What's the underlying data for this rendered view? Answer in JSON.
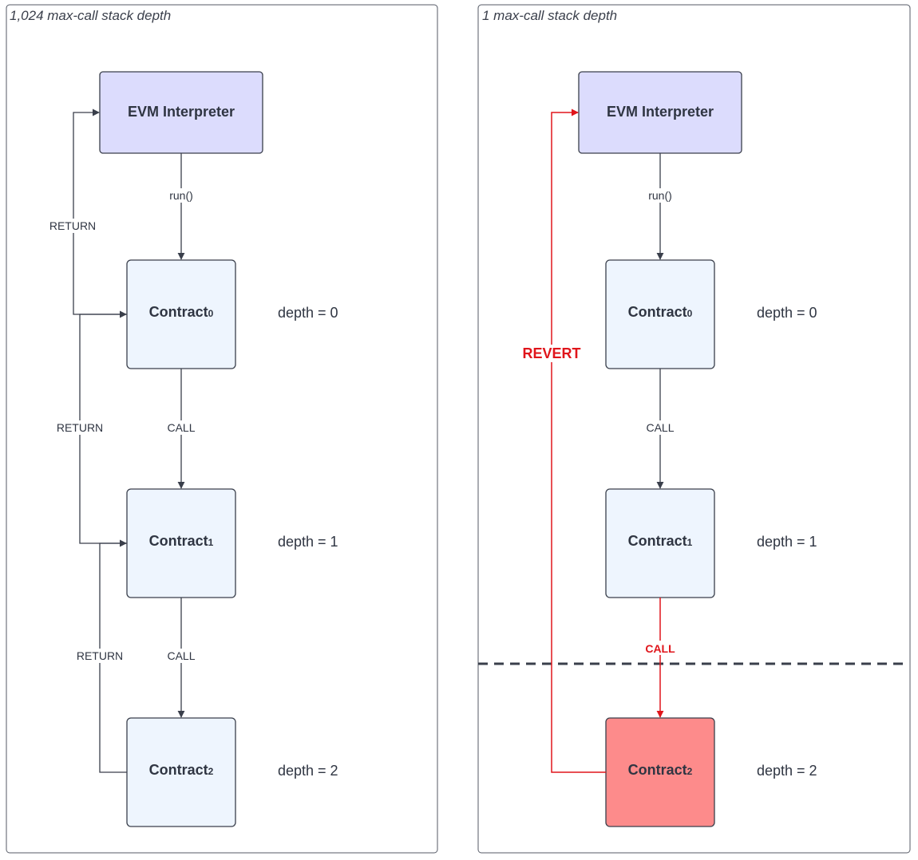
{
  "left_panel": {
    "title": "1,024 max-call stack depth",
    "interpreter": "EVM Interpreter",
    "contracts": [
      {
        "name": "Contract",
        "index": "0",
        "depth": "depth = 0"
      },
      {
        "name": "Contract",
        "index": "1",
        "depth": "depth = 1"
      },
      {
        "name": "Contract",
        "index": "2",
        "depth": "depth = 2"
      }
    ],
    "edges": {
      "run": "run()",
      "call1": "CALL",
      "call2": "CALL",
      "return0": "RETURN",
      "return1": "RETURN",
      "return2": "RETURN"
    }
  },
  "right_panel": {
    "title": "1 max-call stack depth",
    "interpreter": "EVM Interpreter",
    "contracts": [
      {
        "name": "Contract",
        "index": "0",
        "depth": "depth = 0"
      },
      {
        "name": "Contract",
        "index": "1",
        "depth": "depth = 1"
      },
      {
        "name": "Contract",
        "index": "2",
        "depth": "depth = 2"
      }
    ],
    "edges": {
      "run": "run()",
      "call1": "CALL",
      "call2": "CALL",
      "revert": "REVERT"
    }
  },
  "colors": {
    "interpreter_fill": "#dcdcfd",
    "contract_fill": "#eef5fe",
    "failed_contract_fill": "#fd8b8b",
    "error": "#e0151b",
    "stroke": "#3a3f4b"
  }
}
